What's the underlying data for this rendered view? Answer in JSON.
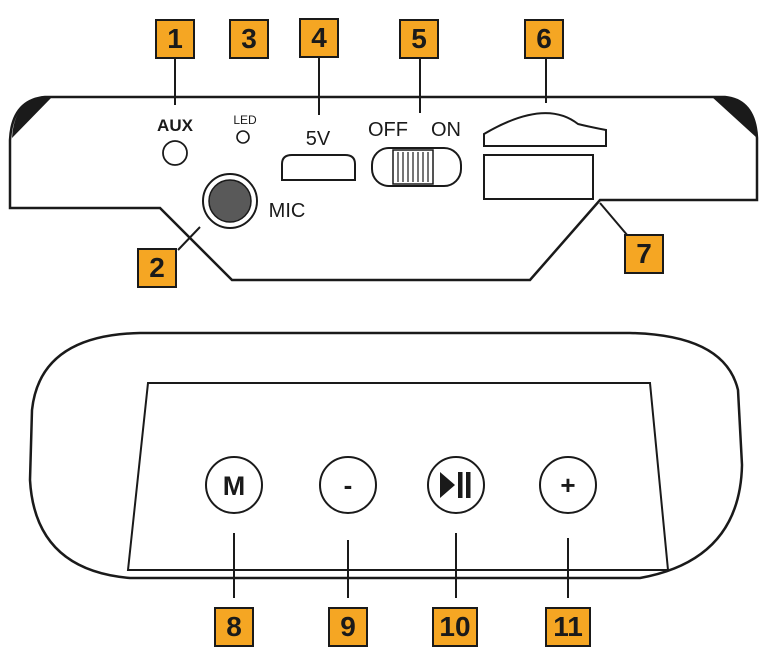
{
  "colors": {
    "callout_fill": "#f5a623",
    "stroke": "#1a1a1a",
    "mic_fill": "#595959"
  },
  "side_panel": {
    "aux_label": "AUX",
    "led_label": "LED",
    "usb_label": "5V",
    "switch_off_label": "OFF",
    "switch_on_label": "ON",
    "mic_label": "MIC"
  },
  "top_panel": {
    "buttons": [
      {
        "label": "M",
        "icon": "mode"
      },
      {
        "label": "-",
        "icon": "minus"
      },
      {
        "icon": "play-pause-icon"
      },
      {
        "label": "+",
        "icon": "plus"
      }
    ]
  },
  "callouts": [
    "1",
    "2",
    "3",
    "4",
    "5",
    "6",
    "7",
    "8",
    "9",
    "10",
    "11"
  ]
}
